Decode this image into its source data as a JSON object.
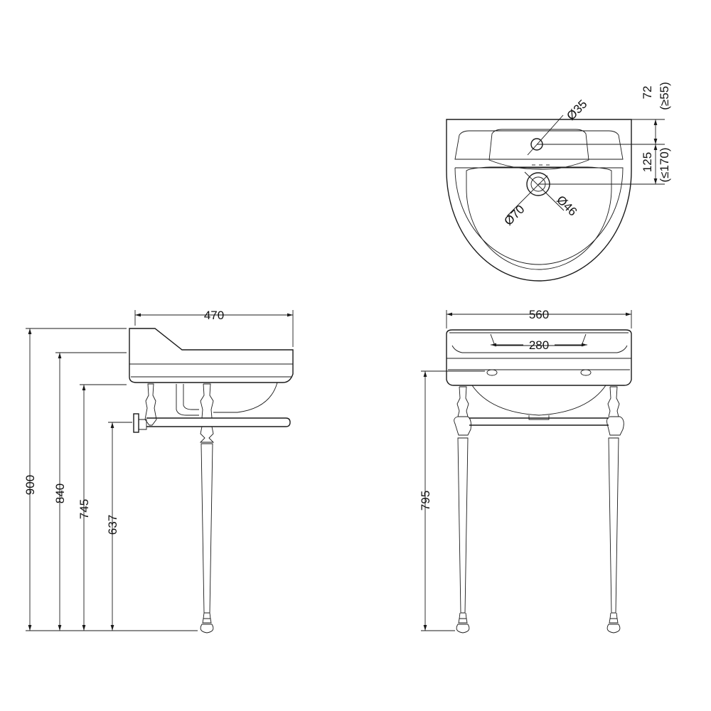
{
  "dimensions": {
    "side_width": "470",
    "front_width": "560",
    "tap_centres": "280",
    "height_total": "900",
    "height_rim": "840",
    "height_underside": "745",
    "height_rail": "637",
    "height_front_underside": "795",
    "top_offset": "72",
    "top_offset_range": "(≥55)",
    "waste_offset": "125",
    "waste_offset_range": "(≤170)",
    "tap_hole_dia": "Ø35",
    "waste_outer_dia": "Ø70",
    "waste_inner_dia": "Ø46"
  }
}
